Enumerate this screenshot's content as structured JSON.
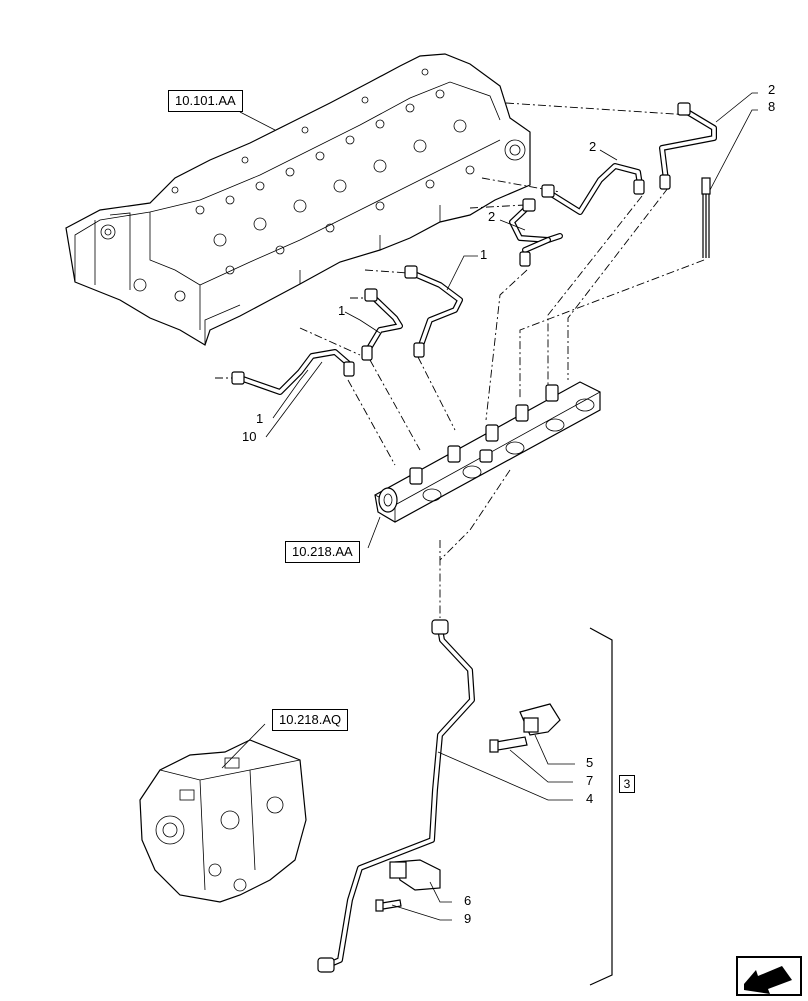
{
  "references": {
    "cylinder_head": "10.101.AA",
    "fuel_rail": "10.218.AA",
    "injection_pump": "10.218.AQ"
  },
  "callouts": {
    "c1a": "1",
    "c1b": "1",
    "c1c": "1",
    "c2a": "2",
    "c2b": "2",
    "c2c": "2",
    "c3": "3",
    "c4": "4",
    "c5": "5",
    "c6": "6",
    "c7": "7",
    "c8": "8",
    "c9": "9",
    "c10": "10"
  },
  "icons": {
    "navigation": "arrow-left-down-icon"
  }
}
